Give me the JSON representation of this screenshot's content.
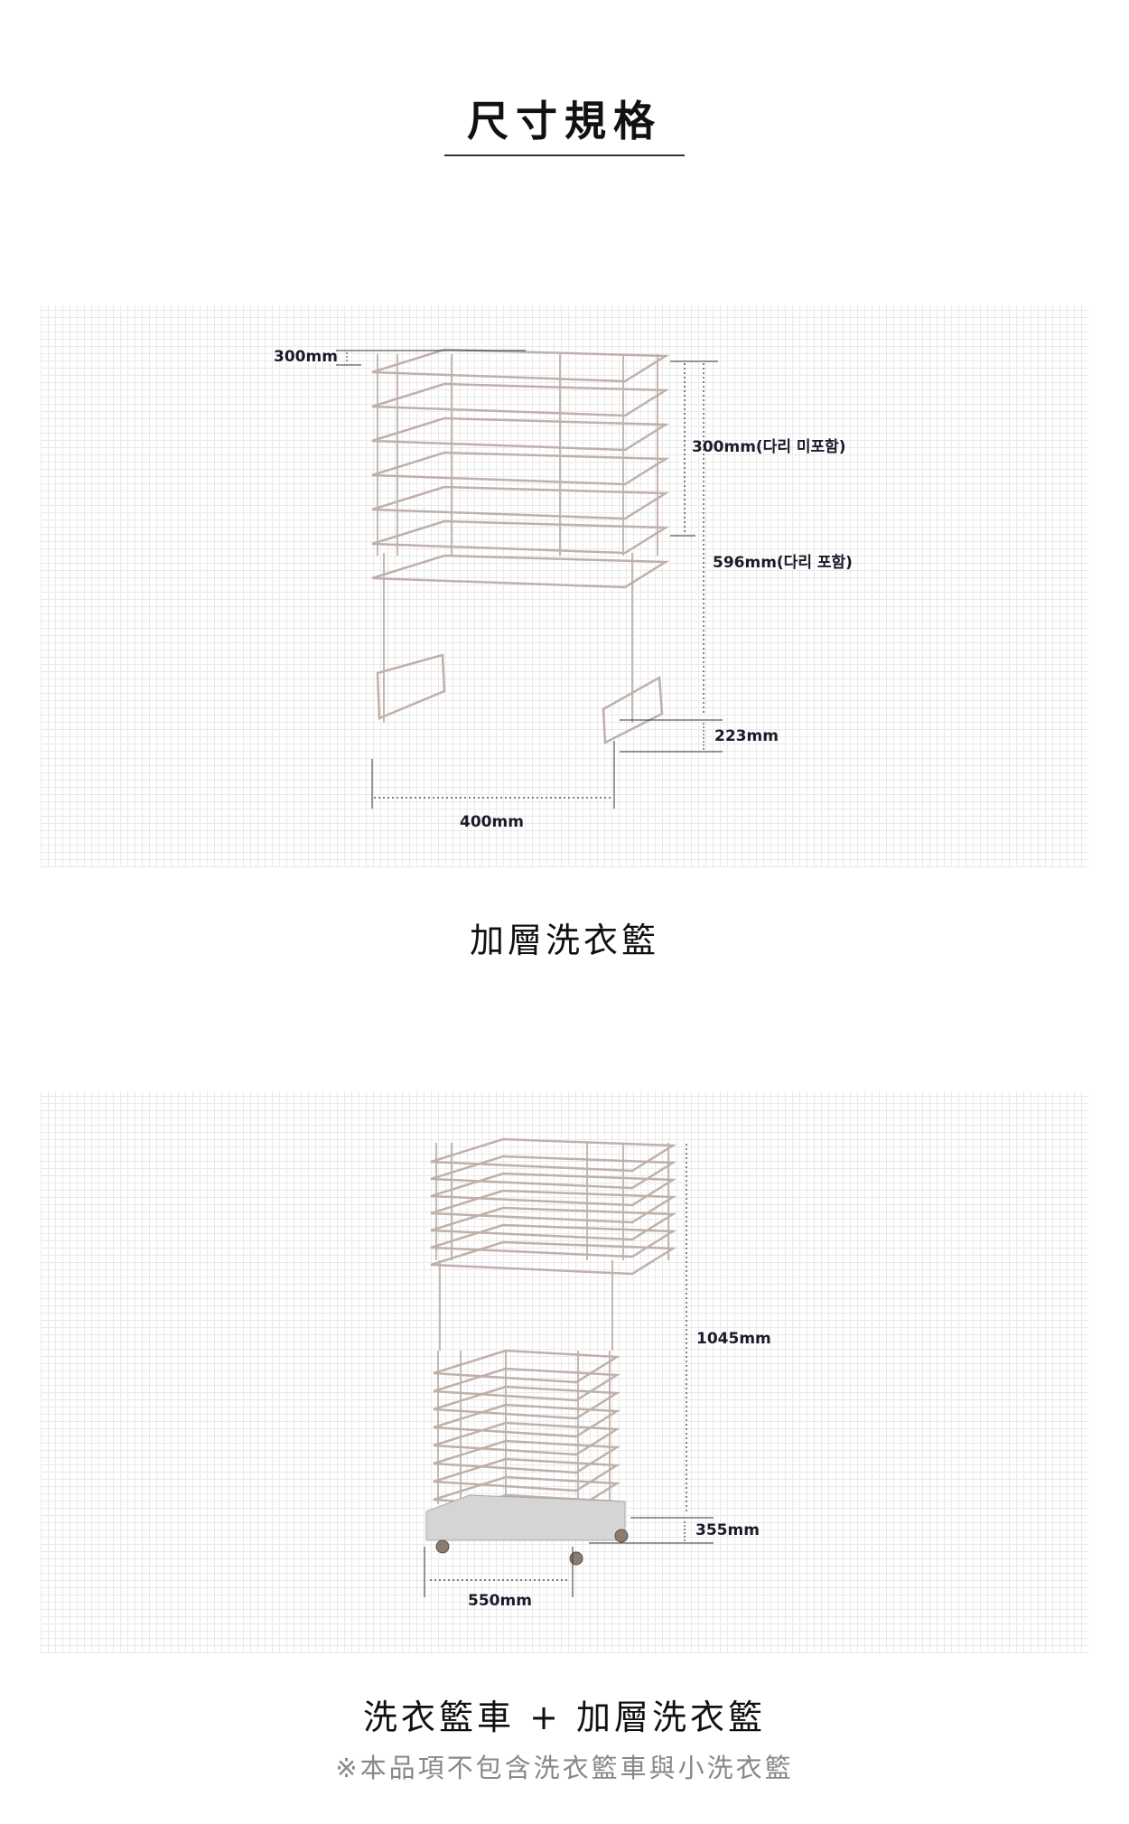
{
  "header": {
    "title": "尺寸規格"
  },
  "diagram1": {
    "caption": "加層洗衣籃",
    "labels": {
      "depth": "300mm",
      "height_no_legs": "300mm(다리 미포함)",
      "height_with_legs": "596mm(다리 포함)",
      "leg_height": "223mm",
      "width": "400mm"
    }
  },
  "diagram2": {
    "caption": "洗衣籃車 + 加層洗衣籃",
    "labels": {
      "total_height": "1045mm",
      "base_height": "355mm",
      "width": "550mm"
    },
    "note": "※本品項不包含洗衣籃車與小洗衣籃"
  },
  "colors": {
    "wire": "#bfb0aa",
    "dimension": "#333333",
    "grid": "#e9e9e9"
  }
}
